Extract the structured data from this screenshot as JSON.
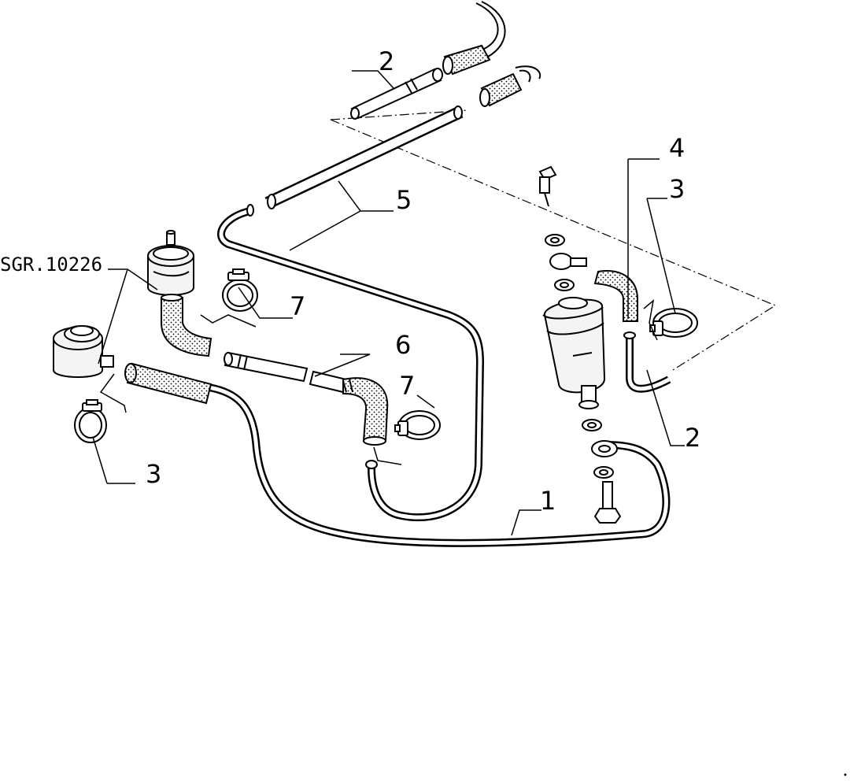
{
  "diagram": {
    "drawing_code": "SGR.10226",
    "callouts": {
      "c1": "1",
      "c2a": "2",
      "c2b": "2",
      "c3a": "3",
      "c3b": "3",
      "c4": "4",
      "c5": "5",
      "c6": "6",
      "c7a": "7",
      "c7b": "7"
    },
    "colors": {
      "line": "#000000",
      "background": "#ffffff",
      "part_fill_light": "#f4f4f4",
      "hose_texture": "#d8d8d8"
    }
  }
}
